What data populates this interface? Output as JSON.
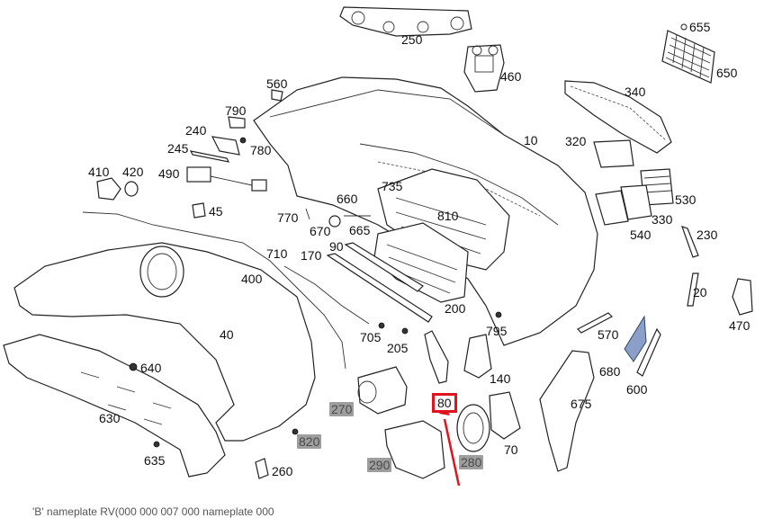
{
  "colors": {
    "highlight": "#e0141e",
    "gray_label": "#9e9e9e",
    "accent_part": "#8aa0c8"
  },
  "labels": {
    "p10": "10",
    "p20": "20",
    "p40": "40",
    "p45": "45",
    "p70": "70",
    "p80": "80",
    "p90": "90",
    "p140": "140",
    "p170": "170",
    "p200": "200",
    "p205": "205",
    "p230": "230",
    "p240": "240",
    "p245": "245",
    "p250": "250",
    "p260": "260",
    "p270": "270",
    "p280": "280",
    "p290": "290",
    "p320": "320",
    "p330": "330",
    "p340": "340",
    "p400": "400",
    "p410": "410",
    "p420": "420",
    "p460": "460",
    "p470": "470",
    "p490": "490",
    "p530": "530",
    "p540": "540",
    "p560": "560",
    "p570": "570",
    "p600": "600",
    "p630": "630",
    "p635": "635",
    "p640": "640",
    "p650": "650",
    "p655": "655",
    "p660": "660",
    "p665": "665",
    "p670": "670",
    "p675": "675",
    "p680": "680",
    "p705": "705",
    "p710": "710",
    "p735": "735",
    "p770": "770",
    "p780": "780",
    "p790": "790",
    "p795": "795",
    "p810": "810",
    "p820": "820"
  },
  "footer": {
    "text": "'B' nameplate RV(000 000 007 000 nameplate 000"
  },
  "highlighted_part": "80"
}
